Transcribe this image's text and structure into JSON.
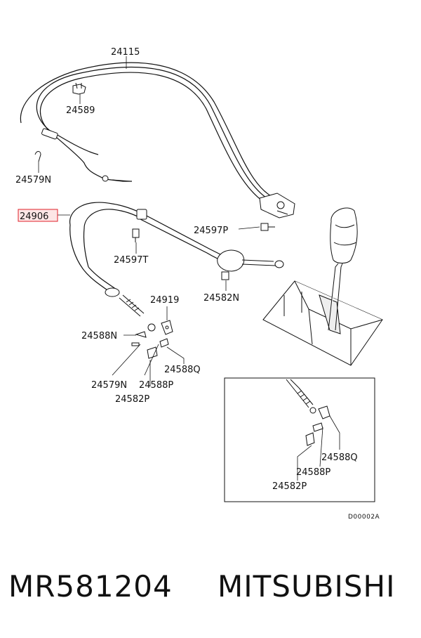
{
  "callouts": {
    "c24115": "24115",
    "c24589": "24589",
    "c24579N_top": "24579N",
    "c24906": "24906",
    "c24597P": "24597P",
    "c24597T": "24597T",
    "c24582N": "24582N",
    "c24919": "24919",
    "c24588N": "24588N",
    "c24588Q": "24588Q",
    "c24579N_bot": "24579N",
    "c24588P": "24588P",
    "c24582P": "24582P",
    "inset_24588Q": "24588Q",
    "inset_24588P": "24588P",
    "inset_24582P": "24582P"
  },
  "diagram_code": "D00002A",
  "highlight_color": "#e0202a",
  "footer": {
    "part_number": "MR581204",
    "brand": "MITSUBISHI"
  }
}
